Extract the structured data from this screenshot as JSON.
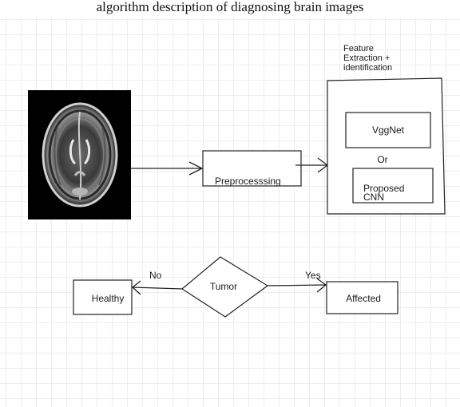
{
  "caption": "algorithm description of diagnosing brain images",
  "nodes": {
    "preprocessing": "Preprocesssing",
    "feature_title": [
      "Feature",
      "Extraction +",
      "identification"
    ],
    "vggnet": "VggNet",
    "or": "Or",
    "proposed_cnn": [
      "Proposed",
      "CNN"
    ],
    "tumor": "Tumor",
    "healthy": "Healthy",
    "affected": "Affected"
  },
  "edges": {
    "no_label": "No",
    "yes_label": "Yes"
  },
  "image": {
    "alt": "MRI brain scan"
  },
  "colors": {
    "grid": "#dcdcdc",
    "stroke": "#222222",
    "background": "#ffffff"
  }
}
